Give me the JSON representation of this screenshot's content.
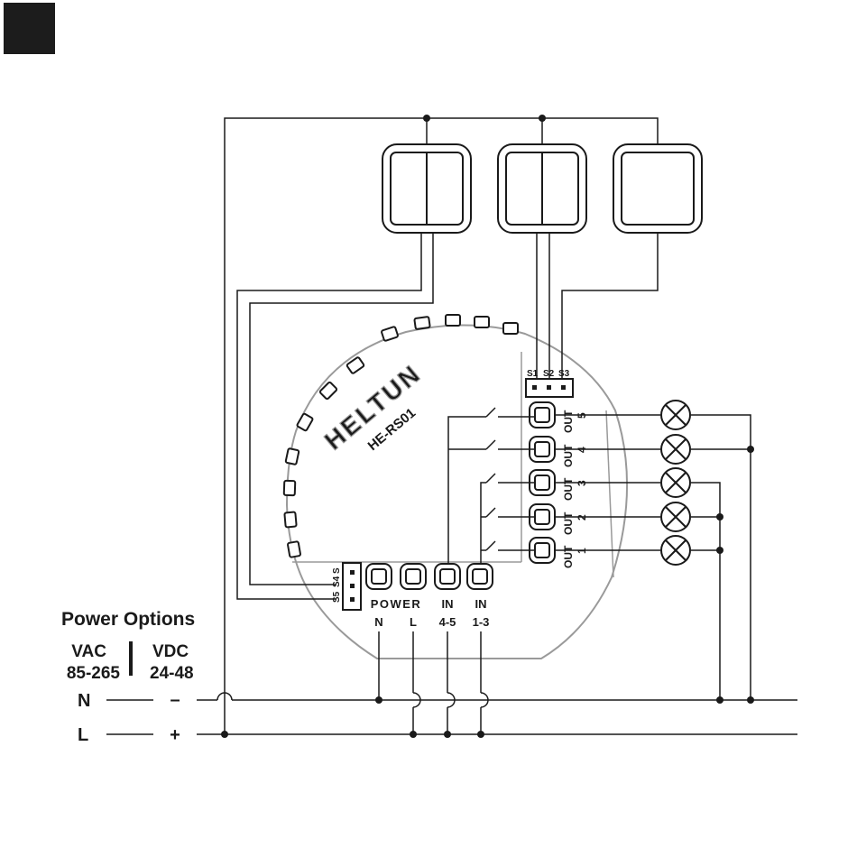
{
  "device": {
    "brand": "HELTUN",
    "model": "HE-RS01",
    "sensor_connector_top": [
      "S1",
      "S2",
      "S3"
    ],
    "sensor_connector_bottom": [
      "S5",
      "S4",
      "S"
    ]
  },
  "terminals": {
    "power": {
      "label": "POWER",
      "sub_n": "N",
      "sub_l": "L"
    },
    "in_45": {
      "label": "IN",
      "sub": "4-5"
    },
    "in_13": {
      "label": "IN",
      "sub": "1-3"
    }
  },
  "outputs": [
    {
      "label": "OUT",
      "num": "5"
    },
    {
      "label": "OUT",
      "num": "4"
    },
    {
      "label": "OUT",
      "num": "3"
    },
    {
      "label": "OUT",
      "num": "2"
    },
    {
      "label": "OUT",
      "num": "1"
    }
  ],
  "power_options": {
    "title": "Power Options",
    "vac": {
      "label": "VAC",
      "range": "85-265"
    },
    "vdc": {
      "label": "VDC",
      "range": "24-48"
    }
  },
  "bus": {
    "n": {
      "label": "N",
      "dc_symbol": "–"
    },
    "l": {
      "label": "L",
      "dc_symbol": "+"
    }
  },
  "colors": {
    "ink": "#1a1a1a",
    "gray": "#9a9a9a",
    "black_box": "#1c1c1c"
  },
  "icons": [
    "lamp-icon",
    "switch-contact-icon",
    "wall-switch-icon"
  ]
}
